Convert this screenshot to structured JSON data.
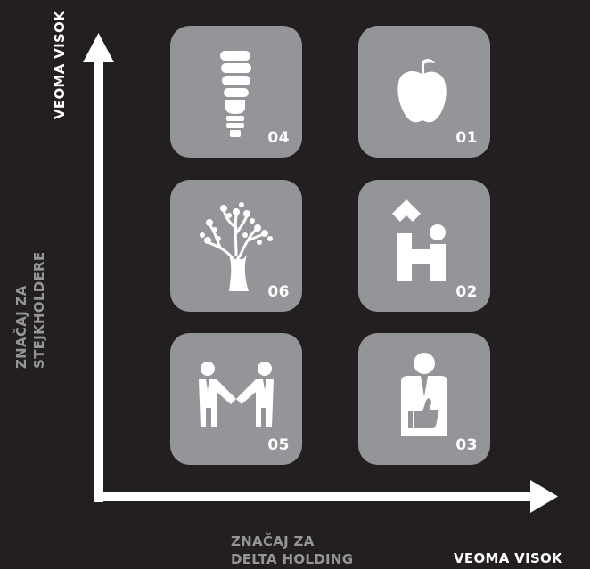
{
  "axes": {
    "y_high_label": "VEOMA VISOK",
    "y_title_line1": "ZNAČAJ ZA",
    "y_title_line2": "STEJKHOLDERE",
    "x_title_line1": "ZNAČAJ ZA",
    "x_title_line2": "DELTA HOLDING",
    "x_high_label": "VEOMA VISOK"
  },
  "tiles": [
    {
      "number": "04",
      "icon": "lightbulb-icon"
    },
    {
      "number": "01",
      "icon": "apple-icon"
    },
    {
      "number": "06",
      "icon": "tree-icon"
    },
    {
      "number": "02",
      "icon": "house-person-icon"
    },
    {
      "number": "05",
      "icon": "handshake-icon"
    },
    {
      "number": "03",
      "icon": "person-thumbs-up-icon"
    }
  ],
  "colors": {
    "background": "#231f20",
    "tile": "#939598",
    "foreground": "#ffffff",
    "muted_label": "#939598"
  }
}
